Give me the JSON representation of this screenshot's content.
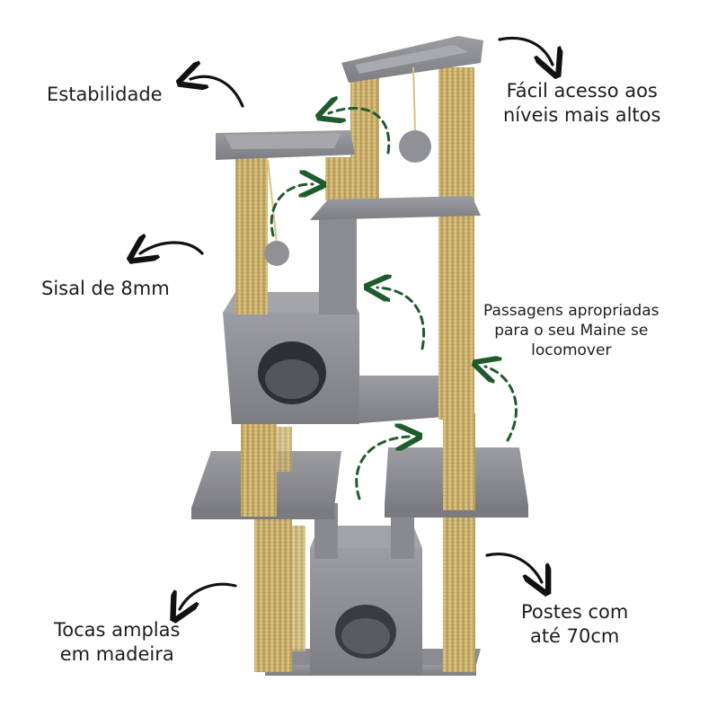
{
  "labels": {
    "estabilidade": "Estabilidade",
    "acesso_line1": "Fácil acesso aos",
    "acesso_line2": "níveis mais altos",
    "sisal": "Sisal de 8mm",
    "passagens_line1": "Passagens apropriadas",
    "passagens_line2": "para o seu Maine se",
    "passagens_line3": "locomover",
    "tocas_line1": "Tocas amplas",
    "tocas_line2": "em madeira",
    "postes_line1": "Postes com",
    "postes_line2": "até 70cm"
  },
  "colors": {
    "carpet": "#8f9096",
    "carpet_dark": "#6f7076",
    "sisal": "#d8bf7c",
    "sisal_dark": "#b89c58",
    "arrow_black": "#111111",
    "arrow_green": "#1f5c2c"
  }
}
